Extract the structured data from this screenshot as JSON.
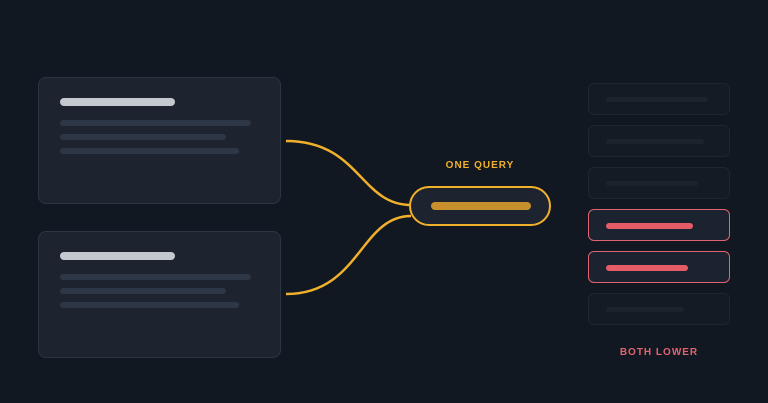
{
  "labels": {
    "query": "ONE QUERY",
    "results": "BOTH LOWER"
  },
  "colors": {
    "background": "#121821",
    "card": "#1d2430",
    "accent": "#f0b02c",
    "highlight": "#e26370"
  },
  "cards": [
    {
      "id": "card-1"
    },
    {
      "id": "card-2"
    }
  ],
  "results": [
    {
      "highlighted": false
    },
    {
      "highlighted": false
    },
    {
      "highlighted": false
    },
    {
      "highlighted": true
    },
    {
      "highlighted": true
    },
    {
      "highlighted": false
    }
  ]
}
